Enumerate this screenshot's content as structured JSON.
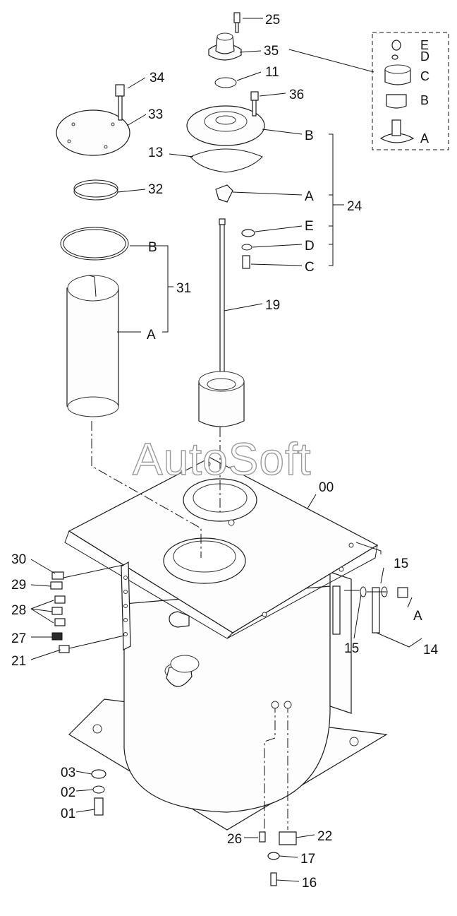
{
  "watermark": "AutoSoft",
  "labels": {
    "p25": "25",
    "p35": "35",
    "p11": "11",
    "p36": "36",
    "p34": "34",
    "p33": "33",
    "p13": "13",
    "p32": "32",
    "pB_top": "B",
    "pA_bracket": "A",
    "pE_mid": "E",
    "pD_mid": "D",
    "pC_mid": "C",
    "p24": "24",
    "pB_31": "B",
    "p31": "31",
    "pA_31": "A",
    "p19": "19",
    "p00": "00",
    "p30": "30",
    "p29": "29",
    "p28": "28",
    "p27": "27",
    "p21": "21",
    "p15a": "15",
    "p15b": "15",
    "pA_14": "A",
    "p14": "14",
    "p03": "03",
    "p02": "02",
    "p01": "01",
    "p26": "26",
    "p22": "22",
    "p17": "17",
    "p16": "16"
  },
  "inset": {
    "E": "E",
    "D": "D",
    "C": "C",
    "B": "B",
    "A": "A"
  }
}
